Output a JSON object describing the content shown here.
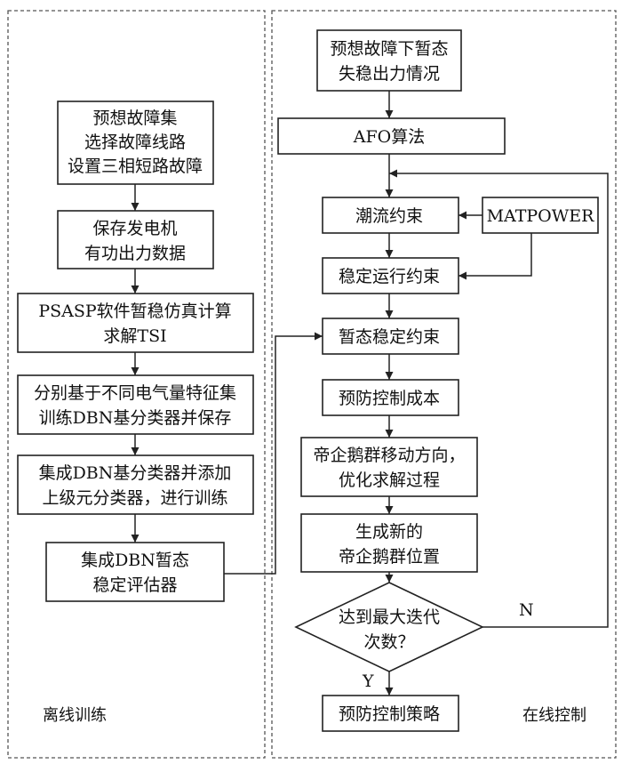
{
  "panels": {
    "offline": {
      "label": "离线训练"
    },
    "online": {
      "label": "在线控制"
    }
  },
  "offline": {
    "n1": [
      "预想故障集",
      "选择故障线路",
      "设置三相短路故障"
    ],
    "n2": [
      "保存发电机",
      "有功出力数据"
    ],
    "n3": [
      "PSASP软件暂稳仿真计算",
      "求解TSI"
    ],
    "n4": [
      "分别基于不同电气量特征集",
      "训练DBN基分类器并保存"
    ],
    "n5": [
      "集成DBN基分类器并添加",
      "上级元分类器，进行训练"
    ],
    "n6": [
      "集成DBN暂态",
      "稳定评估器"
    ]
  },
  "online": {
    "n1": [
      "预想故障下暂态",
      "失稳出力情况"
    ],
    "n2": [
      "AFO算法"
    ],
    "n3": [
      "潮流约束"
    ],
    "side": [
      "MATPOWER"
    ],
    "n4": [
      "稳定运行约束"
    ],
    "n5": [
      "暂态稳定约束"
    ],
    "n6": [
      "预防控制成本"
    ],
    "n7": [
      "帝企鹅群移动方向，",
      "优化求解过程"
    ],
    "n8": [
      "生成新的",
      "帝企鹅群位置"
    ],
    "decision": [
      "达到最大迭代",
      "次数？"
    ],
    "n9": [
      "预防控制策略"
    ]
  },
  "edge_labels": {
    "no": "N",
    "yes": "Y"
  }
}
